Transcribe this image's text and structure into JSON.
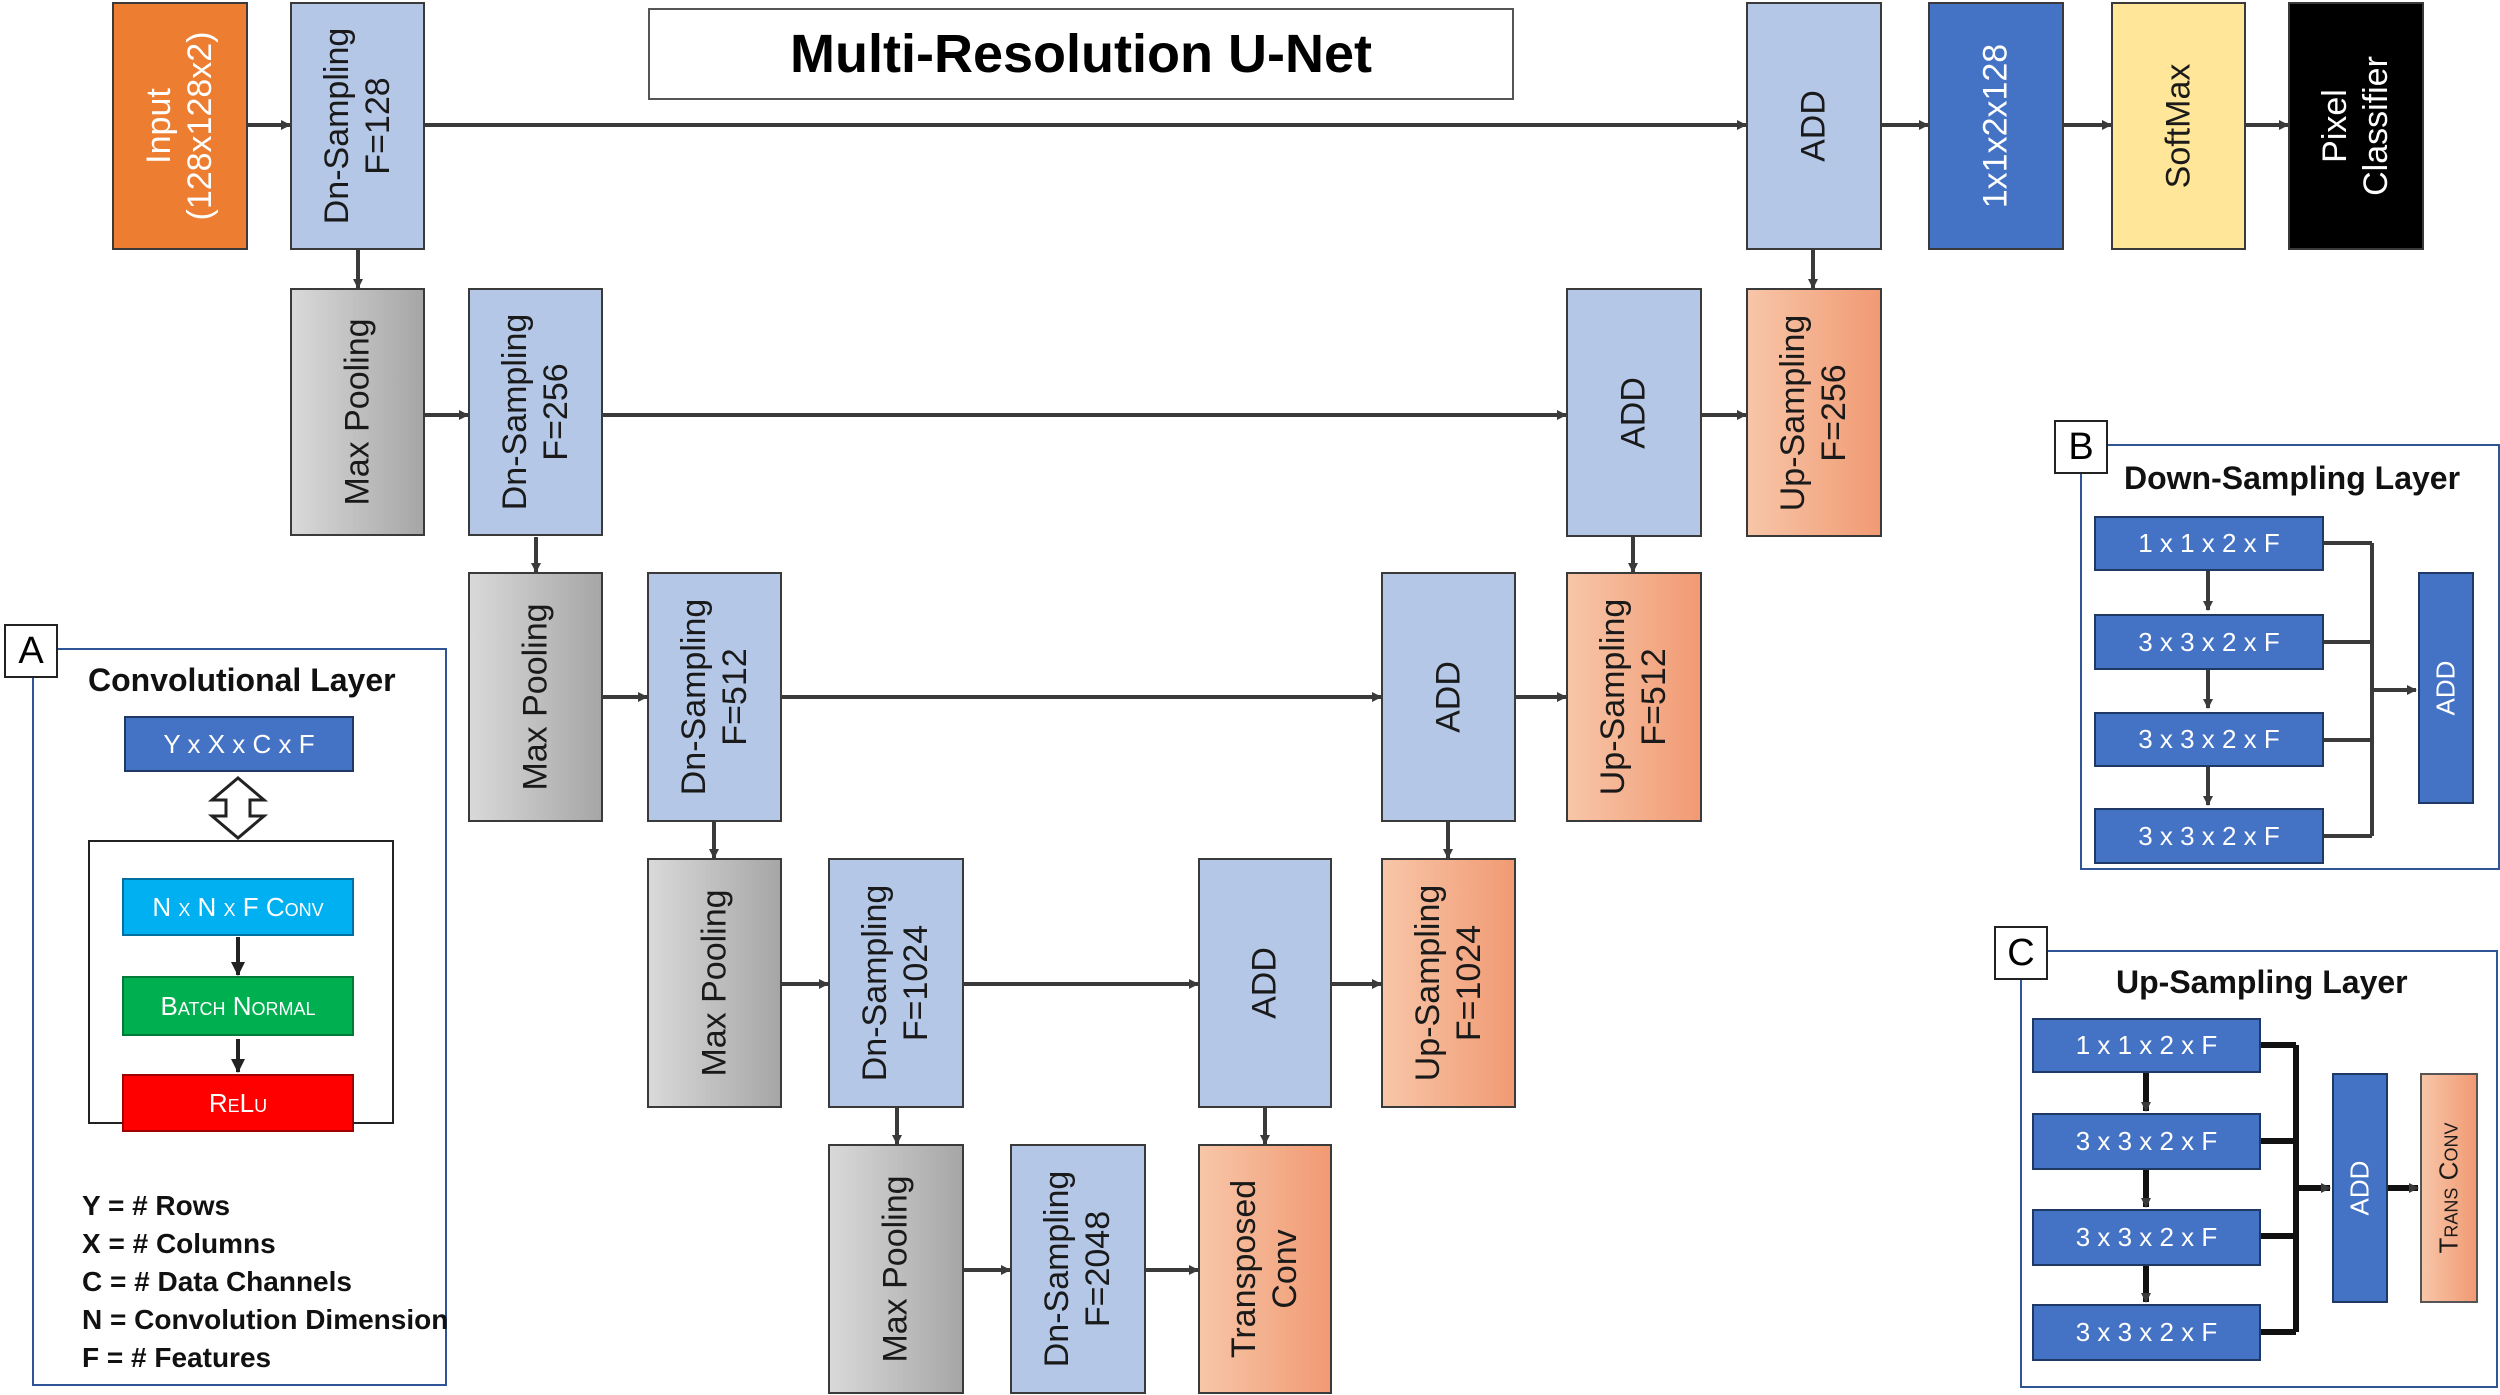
{
  "title": "Multi-Resolution U-Net",
  "main_blocks": {
    "input": [
      "Input",
      "(128x128x2)"
    ],
    "dn1": [
      "Dn-Sampling",
      "F=128"
    ],
    "dn2": [
      "Dn-Sampling",
      "F=256"
    ],
    "dn3": [
      "Dn-Sampling",
      "F=512"
    ],
    "dn4": [
      "Dn-Sampling",
      "F=1024"
    ],
    "dn5": [
      "Dn-Sampling",
      "F=2048"
    ],
    "pool1": "Max Pooling",
    "pool2": "Max Pooling",
    "pool3": "Max Pooling",
    "pool4": "Max Pooling",
    "add1": "ADD",
    "add2": "ADD",
    "add3": "ADD",
    "add4": "ADD",
    "up1": [
      "Up-Sampling",
      "F=256"
    ],
    "up2": [
      "Up-Sampling",
      "F=512"
    ],
    "up3": [
      "Up-Sampling",
      "F=1024"
    ],
    "transposed": [
      "Transposed",
      "Conv"
    ],
    "conv11": "1x1x2x128",
    "softmax": "SoftMax",
    "pixel": [
      "Pixel",
      "Classifier"
    ]
  },
  "panel_a": {
    "letter": "A",
    "title": "Convolutional Layer",
    "top_box": "Y x X x C x F",
    "conv": "N x N x F Conv",
    "batch": "Batch Normal",
    "relu": "ReLu",
    "legend": [
      "Y = # Rows",
      "X = # Columns",
      "C = # Data Channels",
      "N = Convolution Dimension",
      "F = # Features"
    ]
  },
  "panel_b": {
    "letter": "B",
    "title": "Down-Sampling Layer",
    "layers": [
      "1 x 1 x 2 x F",
      "3 x 3 x 2 x F",
      "3 x 3 x 2 x F",
      "3 x 3 x 2 x F"
    ],
    "add": "ADD"
  },
  "panel_c": {
    "letter": "C",
    "title": "Up-Sampling Layer",
    "layers": [
      "1 x 1 x 2 x F",
      "3 x 3 x 2 x F",
      "3 x 3 x 2 x F",
      "3 x 3 x 2 x F"
    ],
    "add": "ADD",
    "trans": "Trans Conv"
  },
  "colors": {
    "input": "#ed7d31",
    "dn_sampling": "#b4c7e7",
    "up_sampling": "#f4b183",
    "max_pooling": "#bfbfbf",
    "conv_1x1": "#4472c4",
    "softmax": "#ffe699",
    "pixel_classifier": "#000000",
    "conv_box": "#00b0f0",
    "batch_normal": "#00b050",
    "relu": "#ff0000",
    "panel_border": "#2f5597"
  }
}
